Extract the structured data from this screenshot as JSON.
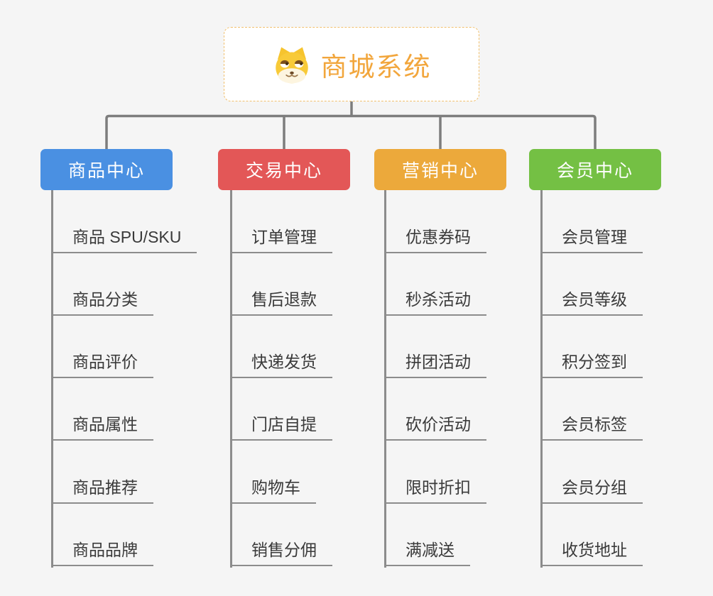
{
  "root": {
    "title": "商城系统",
    "icon": "doge-icon",
    "title_color": "#f2a63c",
    "border_color": "#f1c06d"
  },
  "branches": [
    {
      "label": "商品中心",
      "color": "#4a90e2",
      "items": [
        "商品 SPU/SKU",
        "商品分类",
        "商品评价",
        "商品属性",
        "商品推荐",
        "商品品牌"
      ]
    },
    {
      "label": "交易中心",
      "color": "#e35757",
      "items": [
        "订单管理",
        "售后退款",
        "快递发货",
        "门店自提",
        "购物车",
        "销售分佣"
      ]
    },
    {
      "label": "营销中心",
      "color": "#eca93b",
      "items": [
        "优惠券码",
        "秒杀活动",
        "拼团活动",
        "砍价活动",
        "限时折扣",
        "满减送"
      ]
    },
    {
      "label": "会员中心",
      "color": "#74c044",
      "items": [
        "会员管理",
        "会员等级",
        "积分签到",
        "会员标签",
        "会员分组",
        "收货地址"
      ]
    }
  ],
  "colors": {
    "background": "#f5f5f5",
    "connector": "#7d7d7d",
    "leaf_line": "#8c8c8c",
    "leaf_text": "#3a3a3a"
  }
}
